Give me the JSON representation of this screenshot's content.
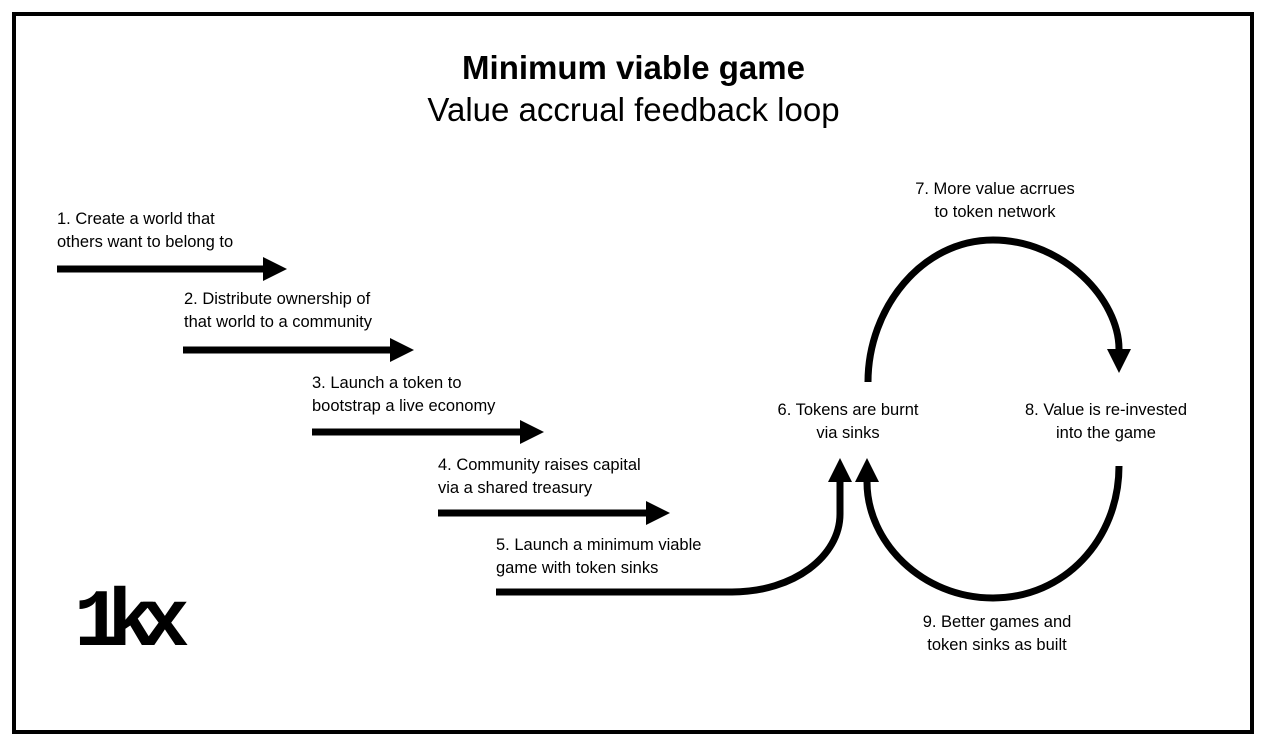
{
  "app": {
    "background_color": "#ffffff",
    "ink_color": "#000000"
  },
  "header": {
    "title": "Minimum viable game",
    "subtitle": "Value accrual feedback loop"
  },
  "logo": {
    "text": "1kx"
  },
  "steps": [
    {
      "label": "1. Create a world that\nothers want to belong to"
    },
    {
      "label": "2. Distribute ownership of\nthat world to a community"
    },
    {
      "label": "3. Launch a token to\nbootstrap a live economy"
    },
    {
      "label": "4. Community raises capital\nvia a shared treasury"
    },
    {
      "label": "5. Launch a minimum viable\ngame with token sinks"
    },
    {
      "label": "6. Tokens are burnt\nvia sinks"
    },
    {
      "label": "7. More value acrrues\nto token network"
    },
    {
      "label": "8. Value is re-invested\ninto the game"
    },
    {
      "label": "9. Better games and\ntoken sinks as built"
    }
  ]
}
